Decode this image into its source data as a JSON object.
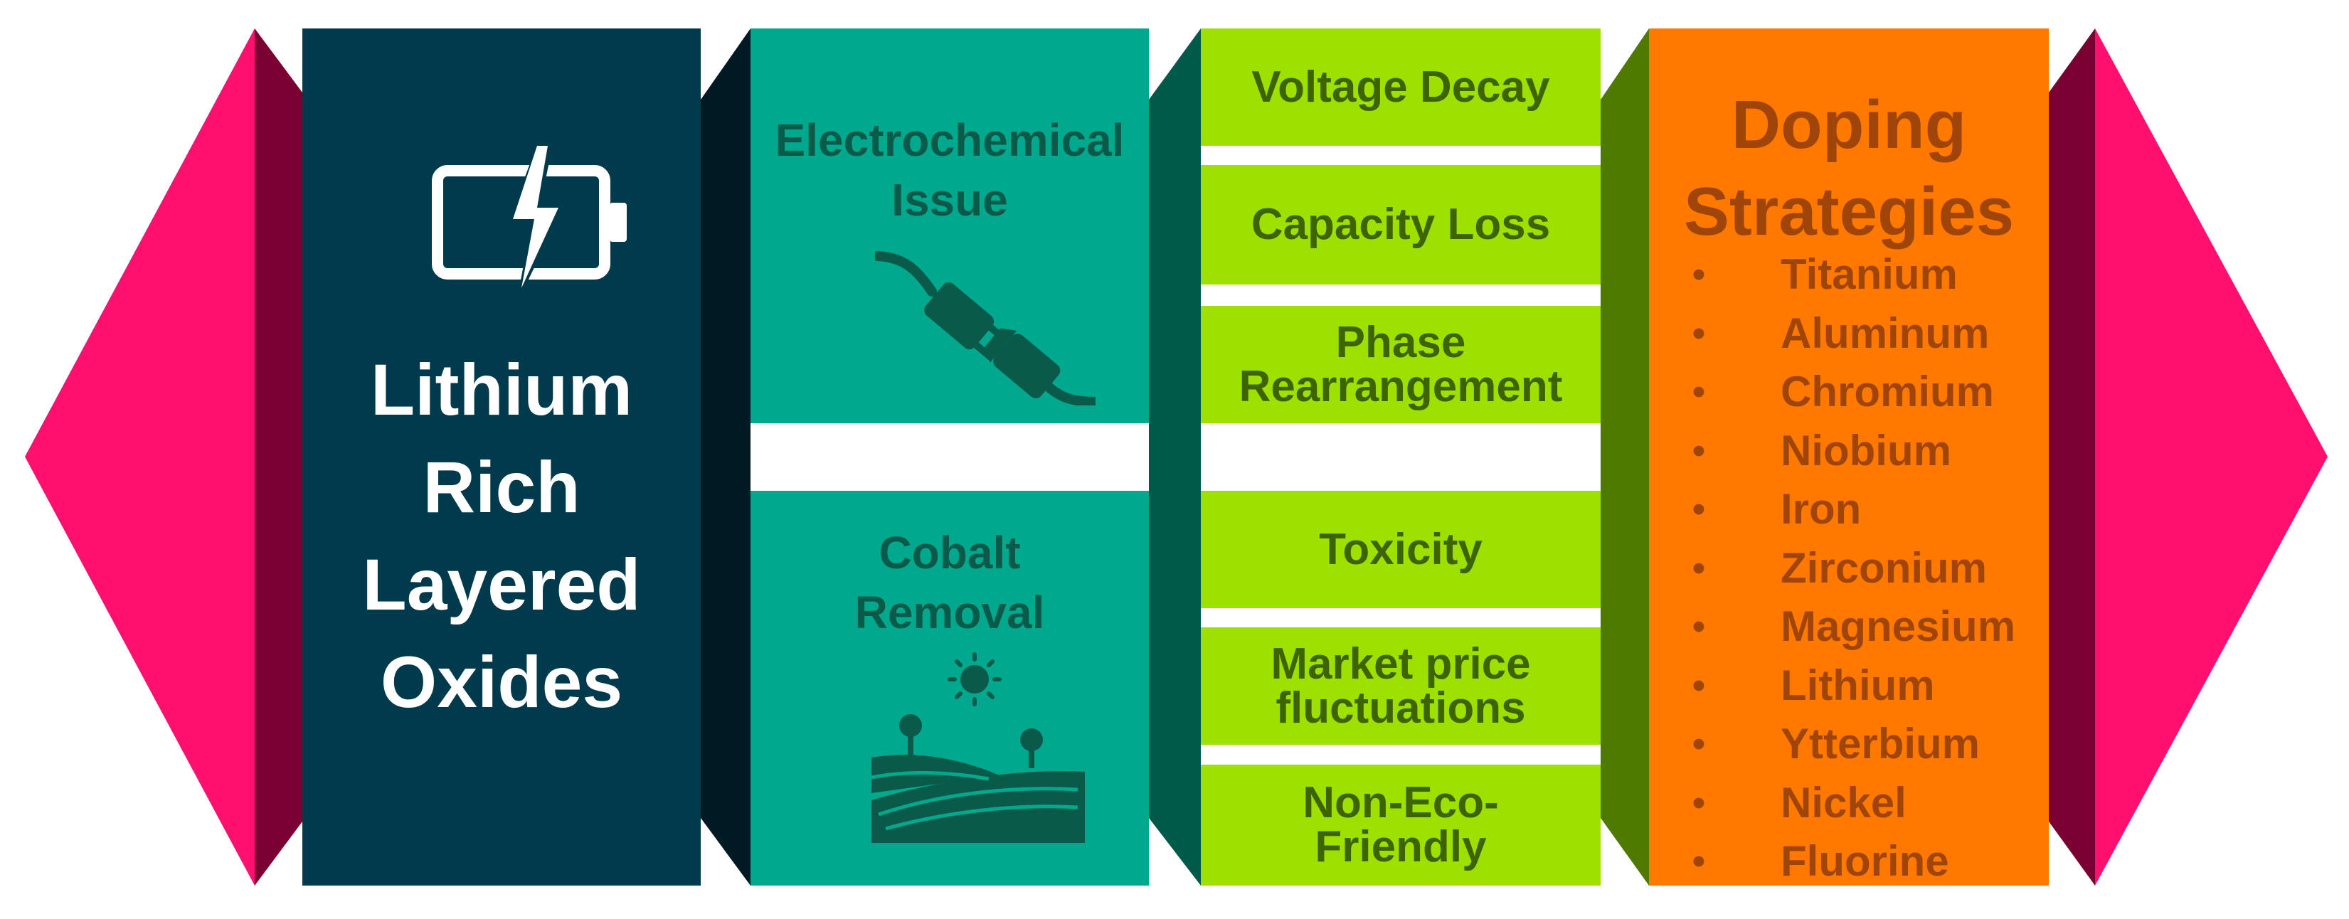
{
  "panel1": {
    "title_lines": [
      "Lithium",
      "Rich",
      "Layered",
      "Oxides"
    ],
    "icon": "battery-charging-icon"
  },
  "panel2": {
    "top": {
      "label_lines": [
        "Electrochemical",
        "Issue"
      ],
      "icon": "plug-icon"
    },
    "bottom": {
      "label_lines": [
        "Cobalt",
        "Removal"
      ],
      "icon": "farm-field-icon"
    }
  },
  "panel3": {
    "items": [
      {
        "lines": [
          "Voltage Decay"
        ]
      },
      {
        "lines": [
          "Capacity Loss"
        ]
      },
      {
        "lines": [
          "Phase",
          "Rearrangement"
        ]
      },
      {
        "lines": [
          "Toxicity"
        ]
      },
      {
        "lines": [
          "Market price",
          "fluctuations"
        ]
      },
      {
        "lines": [
          "Non-Eco-",
          "Friendly"
        ]
      }
    ]
  },
  "panel4": {
    "title_lines": [
      "Doping",
      "Strategies"
    ],
    "bullet": "•",
    "items": [
      "Titanium",
      "Aluminum",
      "Chromium",
      "Niobium",
      "Iron",
      "Zirconium",
      "Magnesium",
      "Lithium",
      "Ytterbium",
      "Nickel",
      "Fluorine"
    ]
  },
  "colors": {
    "arrow": "#ff0f6e",
    "arrow_dark": "#7b0032",
    "panel1": "#003a4c",
    "panel1_side": "#001a24",
    "panel2": "#00a88e",
    "panel2_side": "#005a4a",
    "panel3": "#9ee000",
    "panel3_side": "#4f7a00",
    "panel4": "#ff7800",
    "panel4_side": "#7b0032"
  }
}
